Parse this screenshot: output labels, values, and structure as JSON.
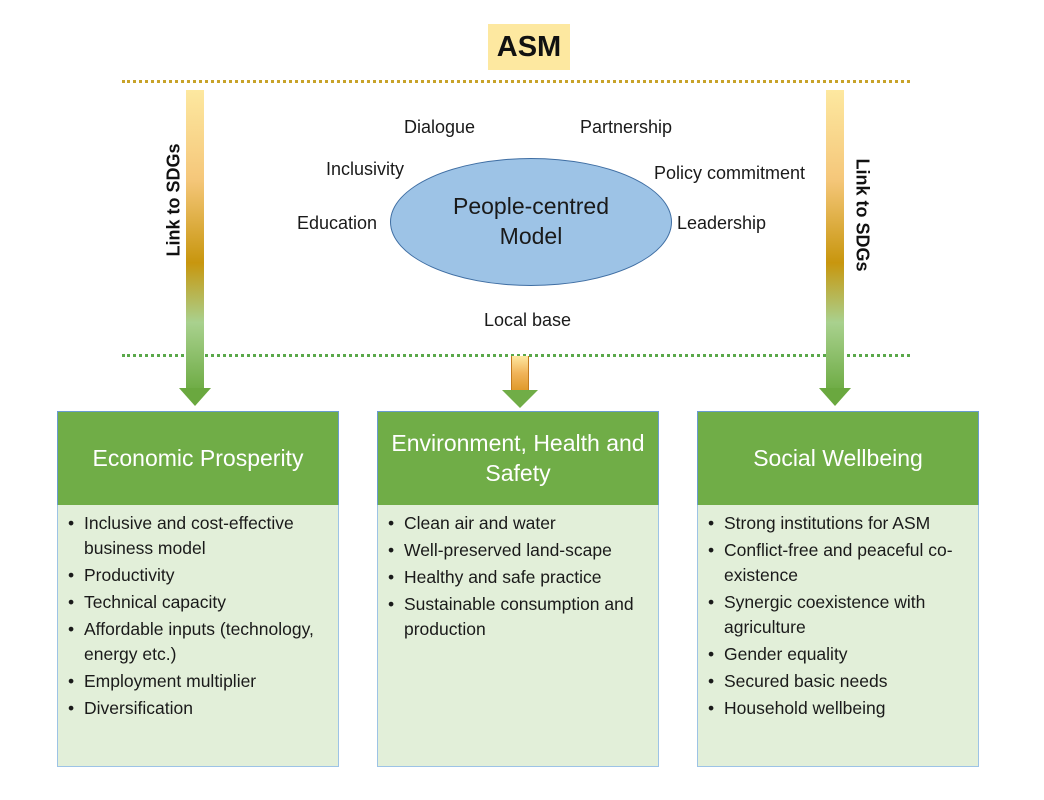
{
  "title": "ASM",
  "center": {
    "line1": "People-centred",
    "line2": "Model"
  },
  "pillars": {
    "dialogue": "Dialogue",
    "partnership": "Partnership",
    "inclusivity": "Inclusivity",
    "policy_commitment": "Policy commitment",
    "education": "Education",
    "leadership": "Leadership",
    "local_base": "Local base"
  },
  "side_arrows": {
    "left_label": "Link to SDGs",
    "right_label": "Link to SDGs"
  },
  "boxes": [
    {
      "heading": "Economic Prosperity",
      "items": [
        "Inclusive and cost-effective business model",
        "Productivity",
        "Technical capacity",
        "Affordable inputs (technology, energy etc.)",
        "Employment multiplier",
        "Diversification"
      ]
    },
    {
      "heading": "Environment, Health and Safety",
      "items": [
        "Clean air and water",
        "Well-preserved land-scape",
        "Healthy and safe practice",
        "Sustainable consumption and production"
      ]
    },
    {
      "heading": "Social Wellbeing",
      "items": [
        "Strong institutions for ASM",
        "Conflict-free and peaceful co-existence",
        "Synergic coexistence with agriculture",
        "Gender equality",
        "Secured basic needs",
        "Household wellbeing"
      ]
    }
  ],
  "colors": {
    "title_bg": "#fde8a0",
    "ellipse_fill": "#9dc3e6",
    "box_header": "#70ad47",
    "box_body": "#e2efd9",
    "top_divider": "#c8a32a",
    "middle_divider": "#5aa84a"
  }
}
